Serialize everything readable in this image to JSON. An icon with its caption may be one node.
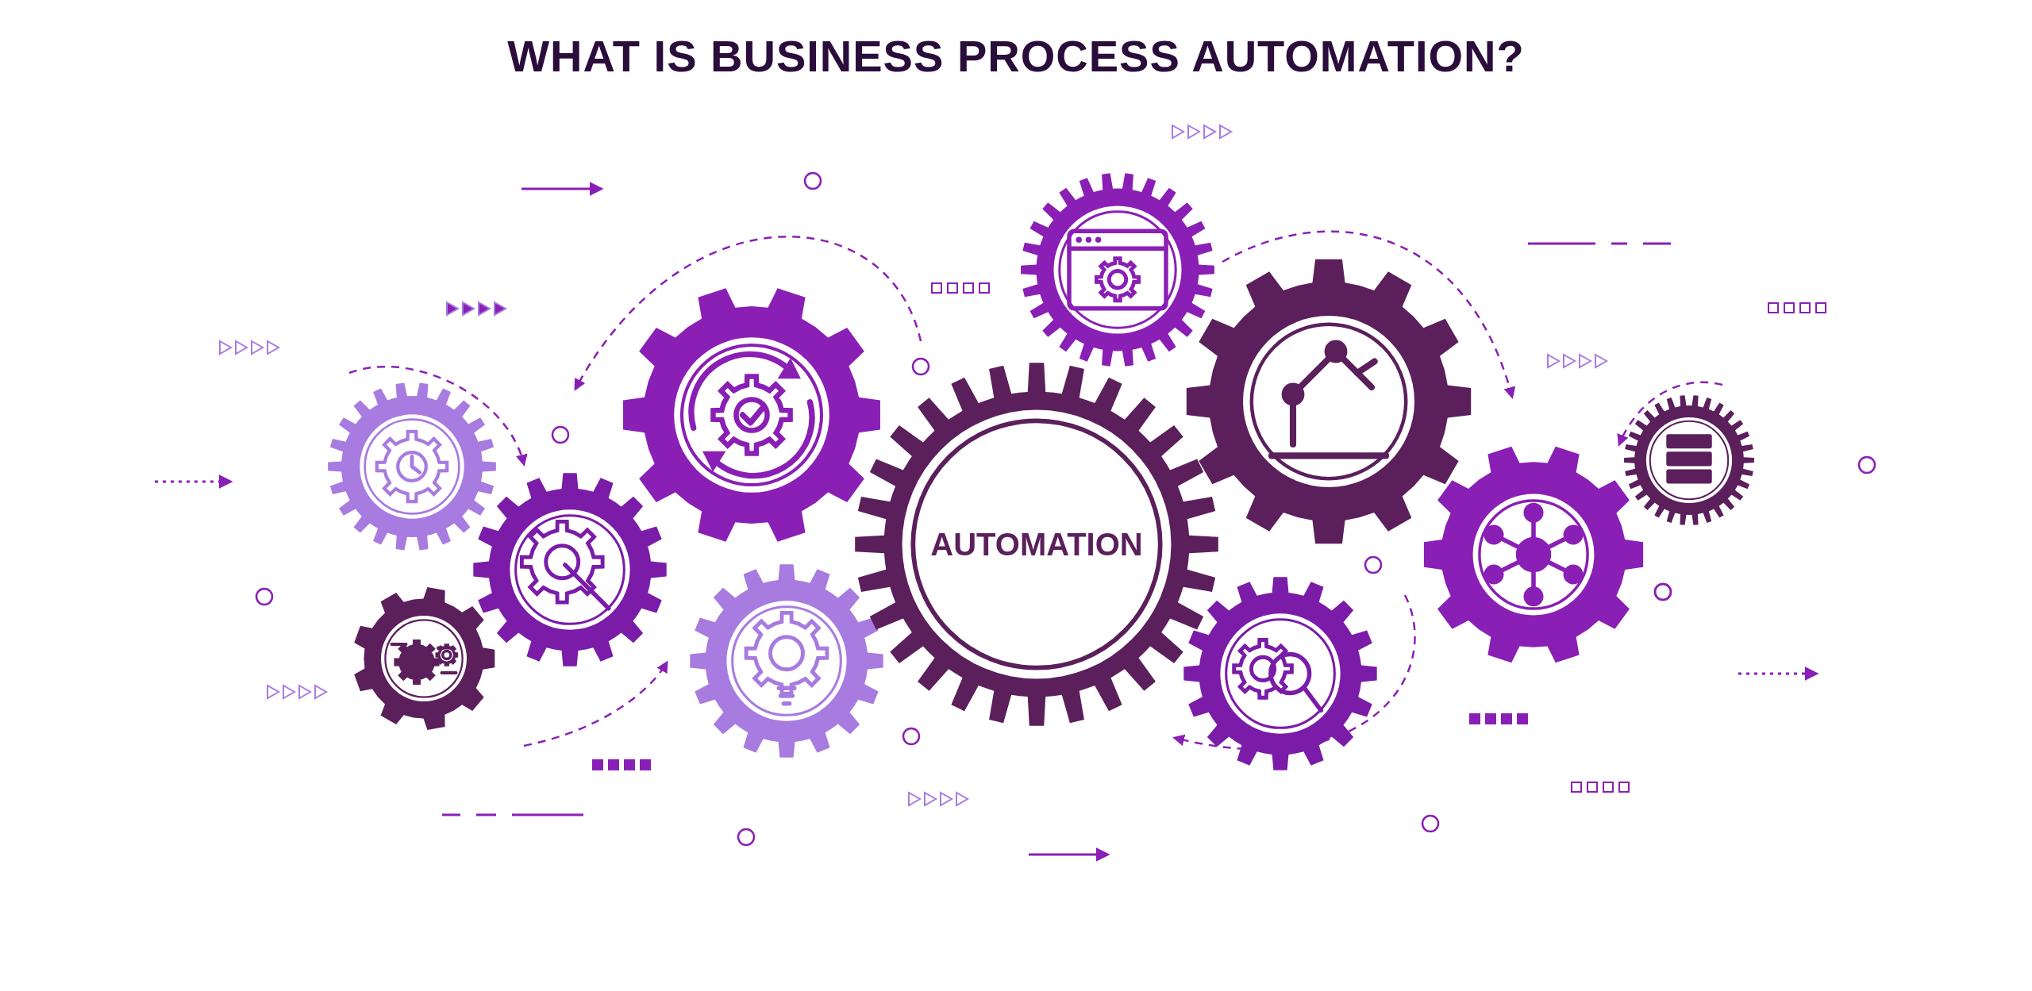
{
  "diagram": {
    "title": "WHAT IS BUSINESS PROCESS AUTOMATION?",
    "nodes": [
      {
        "text": [],
        "shape": "gear"
      },
      {
        "text": [],
        "shape": "gear"
      },
      {
        "text": [],
        "shape": "gear"
      },
      {
        "text": [],
        "shape": "gear"
      },
      {
        "text": [],
        "shape": "gear"
      },
      {
        "text": [
          "AUTOMATION"
        ]
      },
      {
        "text": [],
        "shape": "gear"
      },
      {
        "text": [],
        "shape": "gear"
      },
      {
        "text": [],
        "shape": "gear"
      },
      {
        "text": [],
        "shape": "gear"
      },
      {
        "text": [],
        "shape": "gear"
      }
    ]
  }
}
